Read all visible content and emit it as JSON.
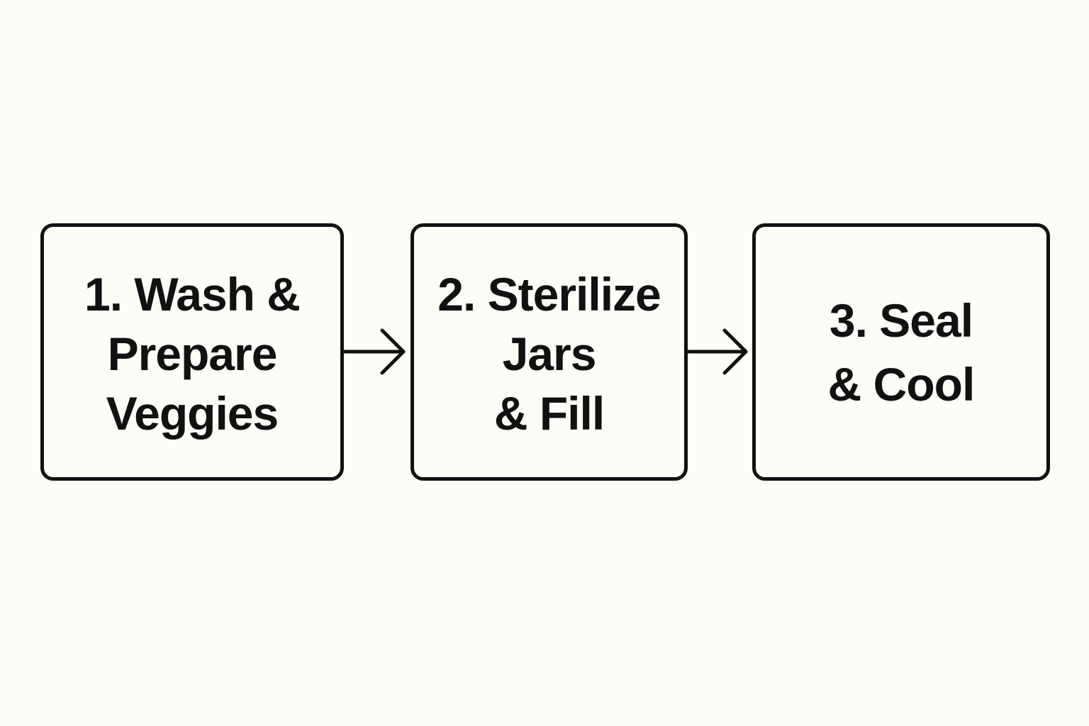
{
  "diagram": {
    "steps": [
      {
        "label": "1. Wash &\nPrepare\nVeggies"
      },
      {
        "label": "2. Sterilize\nJars\n& Fill"
      },
      {
        "label": "3. Seal\n& Cool"
      }
    ],
    "connectors": [
      {
        "from": 1,
        "to": 2,
        "icon": "arrow-right-icon"
      },
      {
        "from": 2,
        "to": 3,
        "icon": "arrow-right-icon"
      }
    ],
    "colors": {
      "background": "#fdfcf7",
      "stroke": "#111111",
      "text": "#111111"
    }
  }
}
